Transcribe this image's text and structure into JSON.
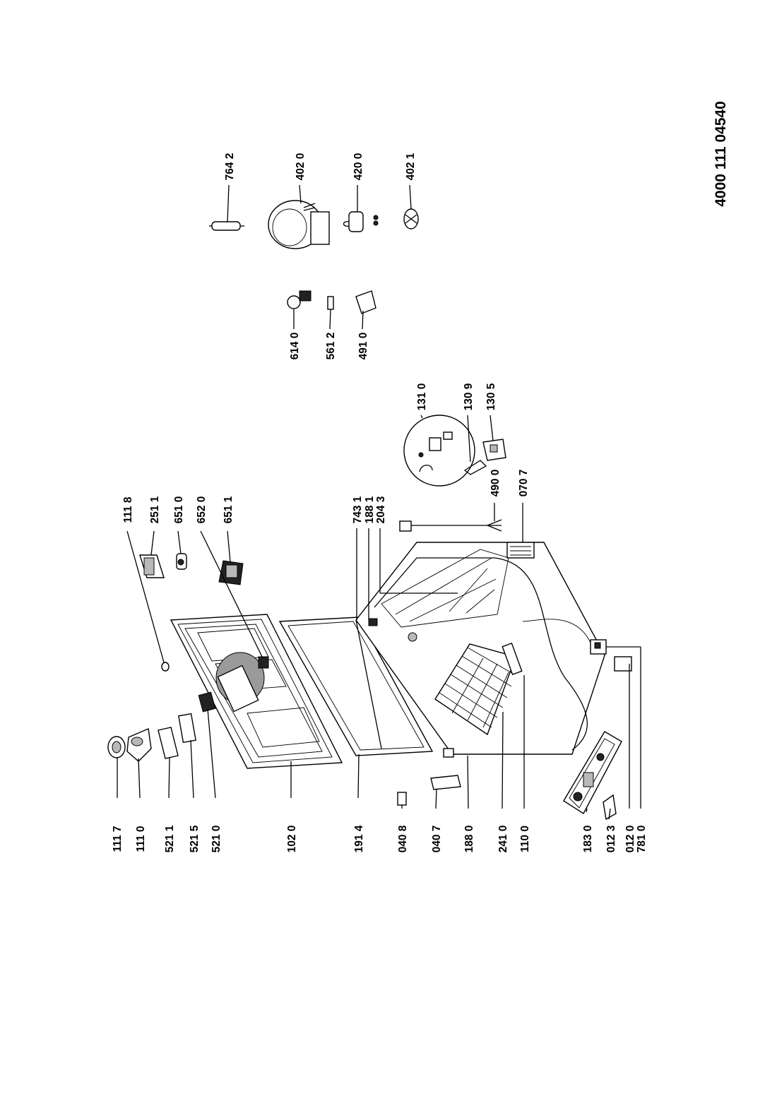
{
  "document_number": "4000 111 04540",
  "labels_left": [
    "111 7",
    "111 0",
    "521 1",
    "521 5",
    "521 0",
    "102 0",
    "191 4",
    "040 8",
    "040 7",
    "188 0",
    "241 0",
    "110 0",
    "183 0",
    "012 3",
    "012 0",
    "781 0"
  ],
  "labels_top_middle": [
    "111 8",
    "251 1",
    "651 0",
    "652 0",
    "651 1"
  ],
  "labels_top_cabinet": [
    "743 1",
    "188 1",
    "204 3",
    "490 0",
    "070 7"
  ],
  "labels_circle_group": [
    "131 0",
    "130 9",
    "130 5"
  ],
  "labels_small_parts": [
    "614 0",
    "561 2",
    "491 0"
  ],
  "labels_compressor_group": [
    "764 2",
    "402 0",
    "420 0",
    "402 1"
  ]
}
